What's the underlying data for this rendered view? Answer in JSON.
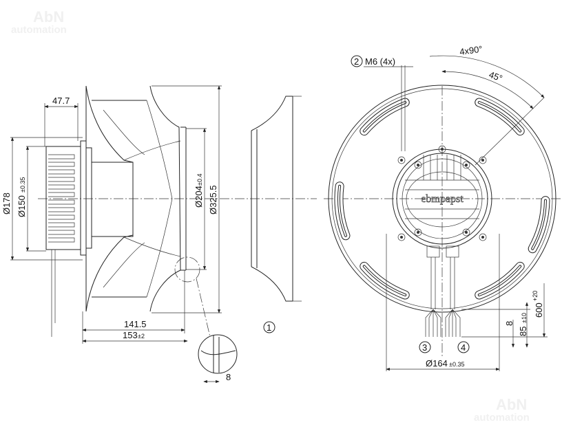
{
  "watermark": {
    "brand": "AbN",
    "sub": "automation"
  },
  "side_view": {
    "dim_motor_depth": "47.7",
    "dim_d178": "Ø178",
    "dim_d150": "Ø150",
    "dim_d150_tol": "±0.35",
    "dim_d204": "Ø204",
    "dim_d204_tol": "±0.4",
    "dim_d325": "Ø325.5",
    "dim_141": "141.5",
    "dim_153": "153",
    "dim_153_tol": "±2",
    "callout_1": "1",
    "detail_dim": "8"
  },
  "front_view": {
    "callout_2": "2",
    "thread_label": "M6 (4x)",
    "angle_4x90": "4x90°",
    "angle_45": "45°",
    "logo": "ebmpapst",
    "callout_3": "3",
    "callout_4": "4",
    "dim_d164": "Ø164",
    "dim_d164_tol": "±0.35",
    "dim_8": "8",
    "dim_85": "85",
    "dim_85_tol": "±10",
    "dim_600": "600",
    "dim_600_tol": "+20"
  }
}
